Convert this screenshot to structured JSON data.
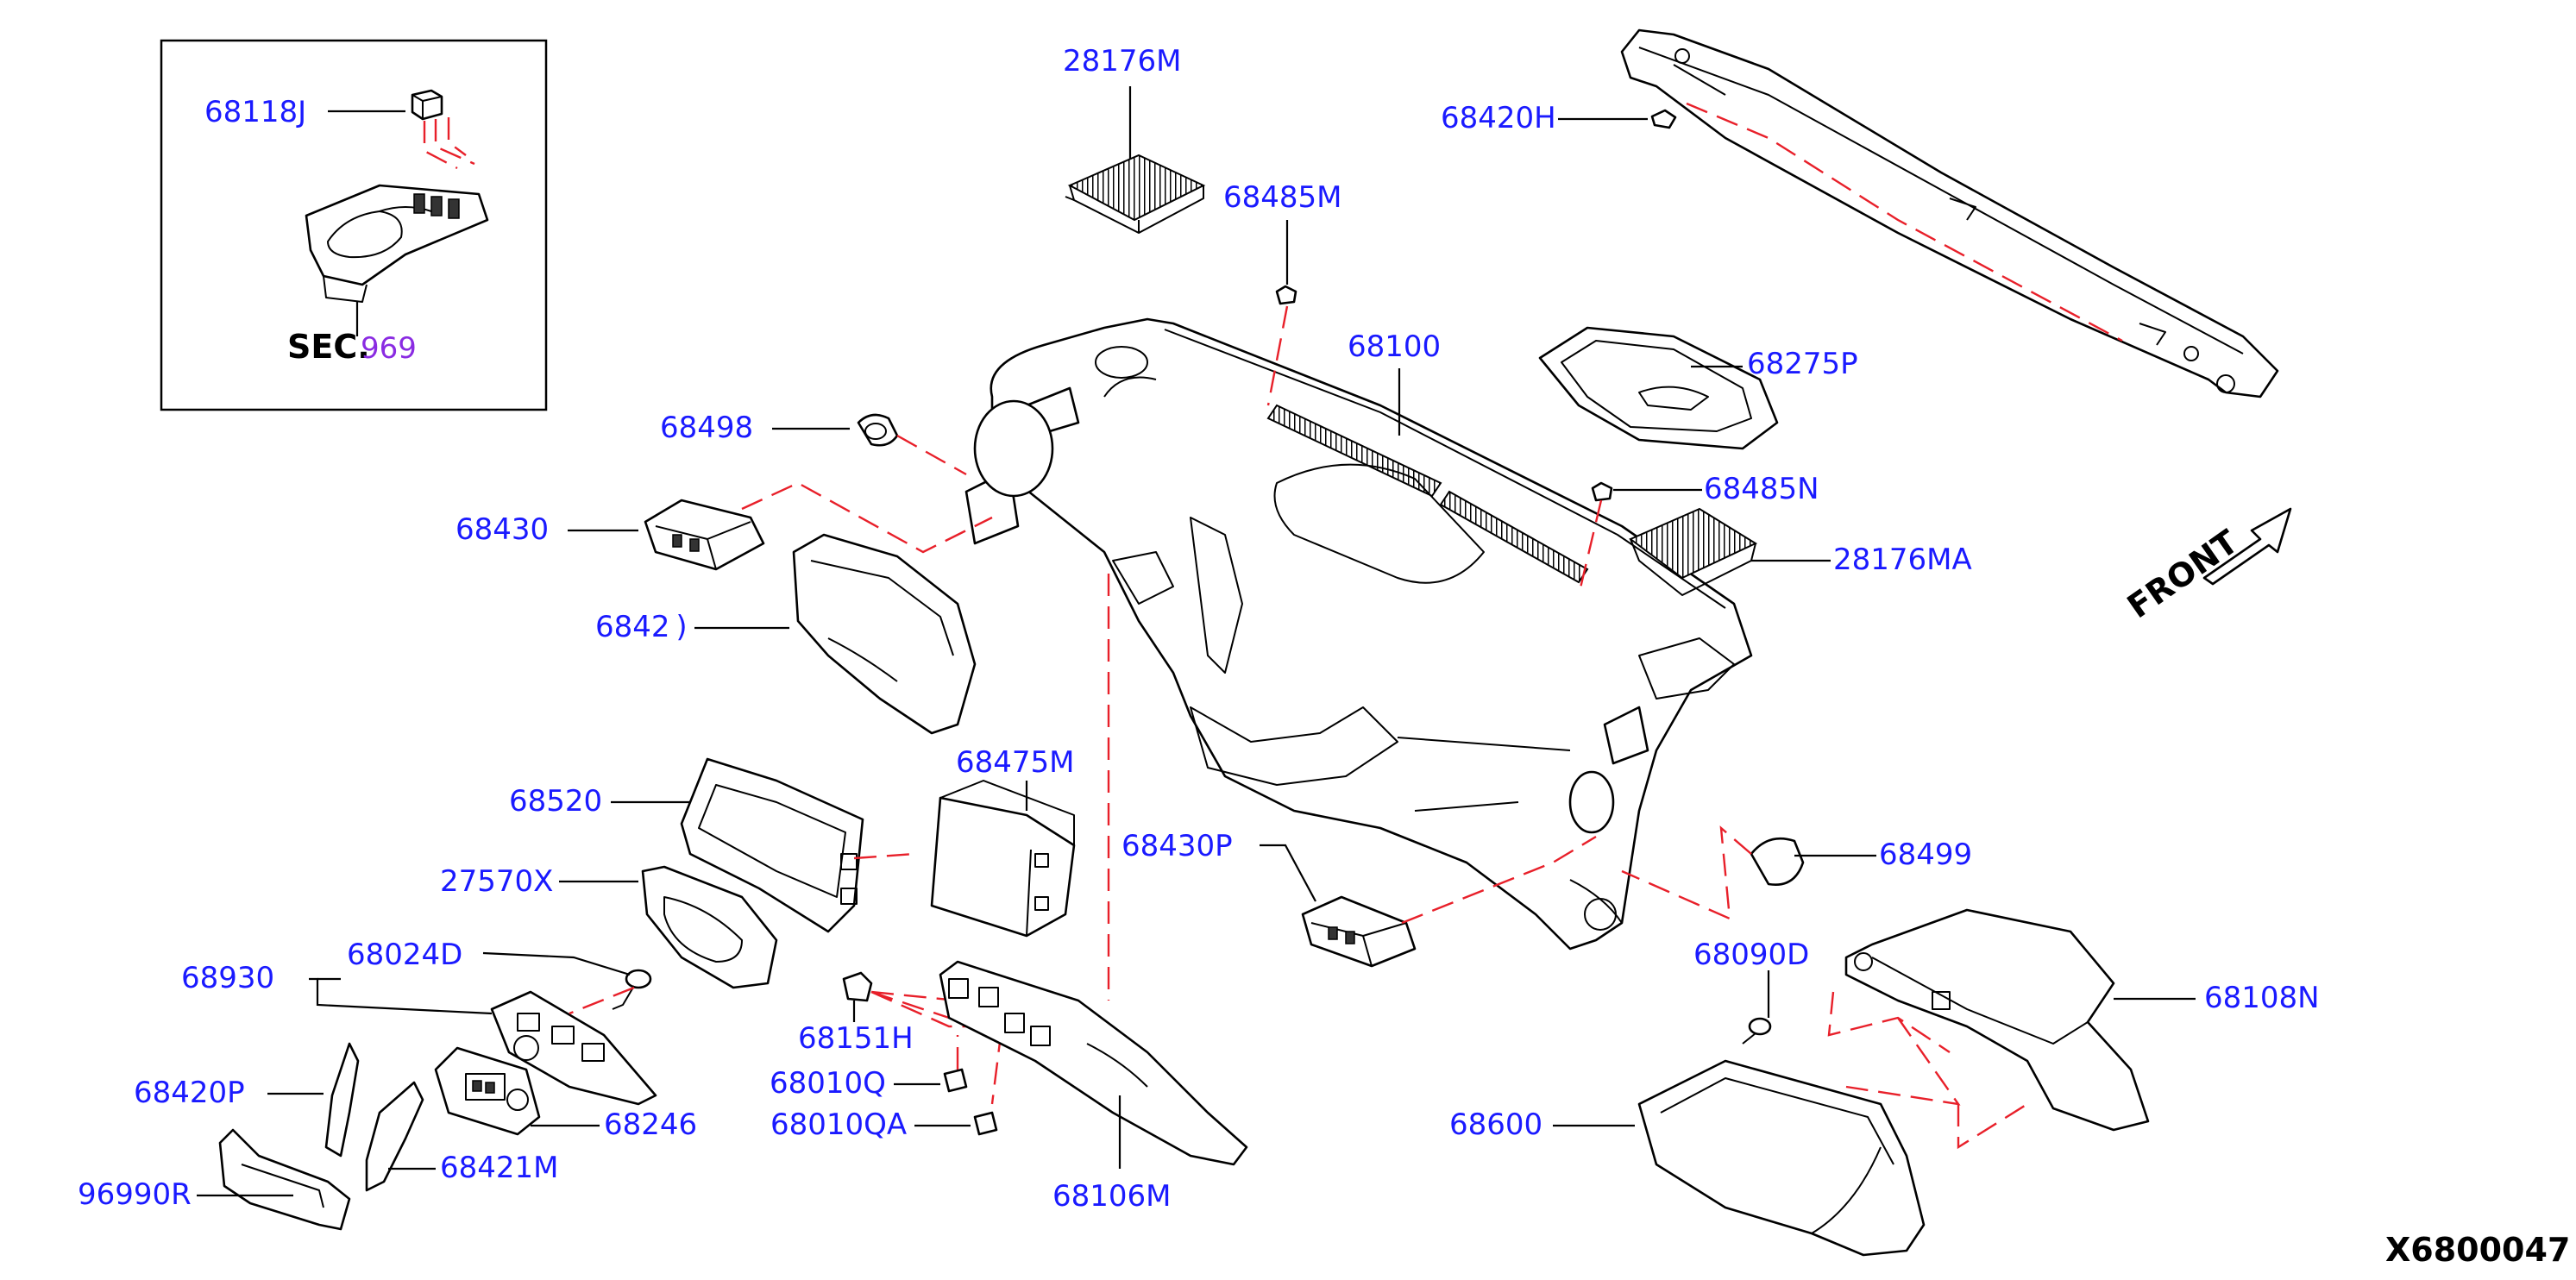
{
  "diagram_id": "X6800047",
  "front_label": "FRONT",
  "inset": {
    "part_label": "68118J",
    "section_prefix": "SEC.",
    "section_number": "969",
    "section_color": "#8a2be2"
  },
  "label_color": "#1a1aff",
  "callout_line_color": "#e8202a",
  "parts": [
    {
      "id": "p28176M",
      "text": "28176M"
    },
    {
      "id": "p68420H",
      "text": "68420H"
    },
    {
      "id": "p68485M",
      "text": "68485M"
    },
    {
      "id": "p68100",
      "text": "68100"
    },
    {
      "id": "p68275P",
      "text": "68275P"
    },
    {
      "id": "p68498",
      "text": "68498"
    },
    {
      "id": "p68485N",
      "text": "68485N"
    },
    {
      "id": "p68430",
      "text": "68430"
    },
    {
      "id": "p28176MA",
      "text": "28176MA"
    },
    {
      "id": "p6842D",
      "text": "6842 )"
    },
    {
      "id": "p68475M",
      "text": "68475M"
    },
    {
      "id": "p68520",
      "text": "68520"
    },
    {
      "id": "p68430P",
      "text": "68430P"
    },
    {
      "id": "p68499",
      "text": "68499"
    },
    {
      "id": "p27570X",
      "text": "27570X"
    },
    {
      "id": "p68930",
      "text": "68930"
    },
    {
      "id": "p68024D",
      "text": "68024D"
    },
    {
      "id": "p68090D",
      "text": "68090D"
    },
    {
      "id": "p68108N",
      "text": "68108N"
    },
    {
      "id": "p68151H",
      "text": "68151H"
    },
    {
      "id": "p68420P",
      "text": "68420P"
    },
    {
      "id": "p68010Q",
      "text": "68010Q"
    },
    {
      "id": "p68246",
      "text": "68246"
    },
    {
      "id": "p68600",
      "text": "68600"
    },
    {
      "id": "p68010QA",
      "text": "68010QA"
    },
    {
      "id": "p68421M",
      "text": "68421M"
    },
    {
      "id": "p96990R",
      "text": "96990R"
    },
    {
      "id": "p68106M",
      "text": "68106M"
    }
  ]
}
